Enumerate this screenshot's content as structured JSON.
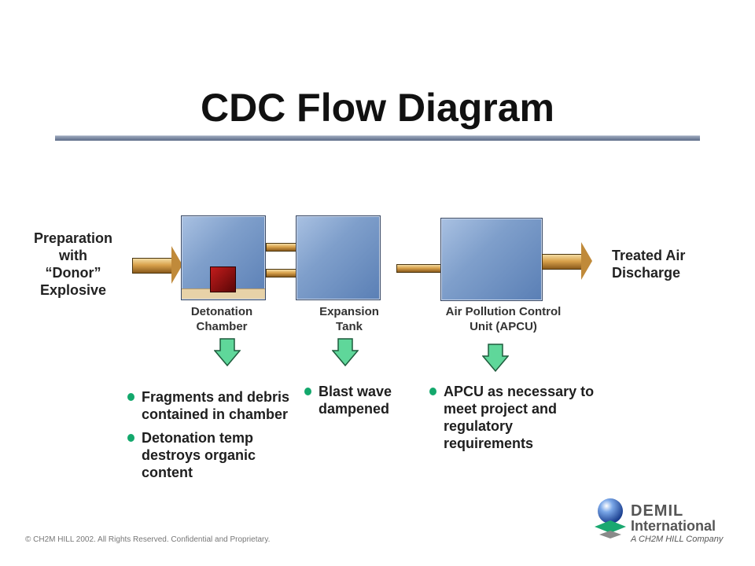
{
  "slide": {
    "title": "CDC Flow Diagram",
    "input_label_lines": [
      "Preparation",
      "with",
      "“Donor”",
      "Explosive"
    ],
    "output_label_lines": [
      "Treated Air",
      "Discharge"
    ],
    "units": [
      {
        "name_lines": [
          "Detonation",
          "Chamber"
        ]
      },
      {
        "name_lines": [
          "Expansion",
          "Tank"
        ]
      },
      {
        "name_lines": [
          "Air Pollution Control",
          "Unit (APCU)"
        ]
      }
    ],
    "notes": [
      {
        "items": [
          "Fragments and debris contained in chamber",
          "Detonation temp destroys organic content"
        ]
      },
      {
        "items": [
          "Blast wave dampened"
        ]
      },
      {
        "items": [
          "APCU as necessary to meet project and regulatory requirements"
        ]
      }
    ],
    "footer": "© CH2M HILL 2002. All Rights Reserved. Confidential and Proprietary.",
    "logo": {
      "line1": "DEMIL",
      "line2": "International",
      "line3": "A CH2M HILL Company"
    }
  },
  "colors": {
    "bullet": "#13a86c",
    "down_arrow": "#5fd79a",
    "pipe": "#d9a24c",
    "tank": "#7f9fcb",
    "charge": "#8b0f0f"
  }
}
